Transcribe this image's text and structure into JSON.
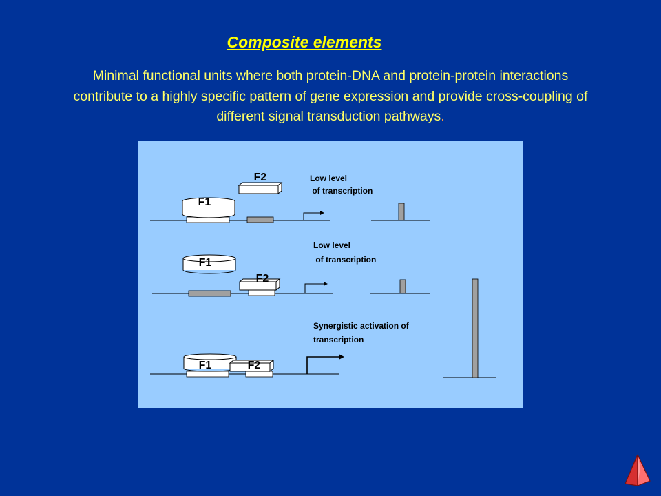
{
  "header": {
    "title": "Composite elements"
  },
  "intro": {
    "text": "Minimal functional units where both protein-DNA and protein-protein interactions contribute to a highly specific pattern of gene expression and provide cross-coupling of different signal transduction pathways",
    "terminal_dot": "."
  },
  "diagram": {
    "rows": [
      {
        "f1_label": "F1",
        "f2_label": "F2",
        "caption_line1": "Low level",
        "caption_line2": " of transcription",
        "transcription_level": "low"
      },
      {
        "f1_label": "F1",
        "f2_label": "F2",
        "caption_line1": "Low level",
        "caption_line2": " of transcription",
        "transcription_level": "low"
      },
      {
        "f1_label": "F1",
        "f2_label": "F2",
        "caption_line1": "Synergistic activation of",
        "caption_line2": "transcription",
        "transcription_level": "high"
      }
    ]
  },
  "colors": {
    "background": "#003399",
    "title": "#ffff00",
    "body_text": "#ffff66",
    "panel": "#99ccff",
    "dna_site": "#a0a0a0",
    "nav_icon": "#ff5555"
  },
  "icons": {
    "nav": "triangle-forward-icon"
  }
}
